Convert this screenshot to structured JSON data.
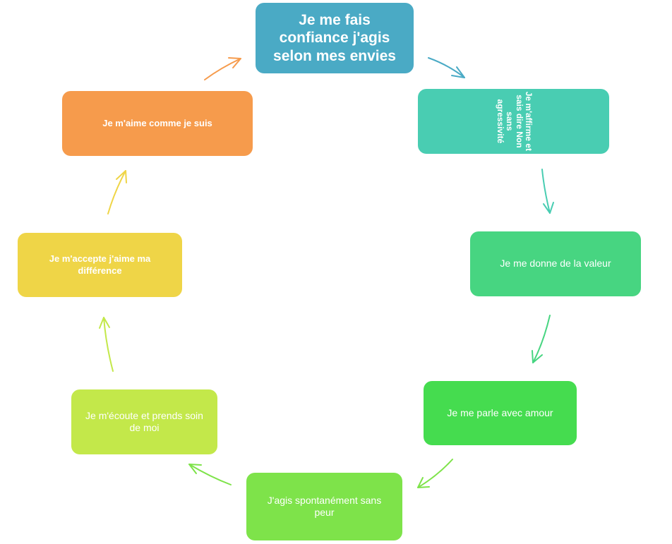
{
  "diagram": {
    "nodes": [
      {
        "id": "n1",
        "text": "Je me fais confiance j'agis selon mes envies",
        "color": "#4aaac5"
      },
      {
        "id": "n2",
        "text": "Je m'affirme et sais dire Non sans agressivité",
        "color": "#49cdb2"
      },
      {
        "id": "n3",
        "text": "Je me donne de la valeur",
        "color": "#47d581"
      },
      {
        "id": "n4",
        "text": "Je me parle avec amour",
        "color": "#45dc4f"
      },
      {
        "id": "n5",
        "text": "J'agis spontanément sans peur",
        "color": "#7ee34a"
      },
      {
        "id": "n6",
        "text": "Je m'écoute et prends soin de moi",
        "color": "#c3e84a"
      },
      {
        "id": "n7",
        "text": "Je m'accepte  j'aime ma différence",
        "color": "#efd547"
      },
      {
        "id": "n8",
        "text": "Je m'aime comme je suis",
        "color": "#f69b4c"
      }
    ],
    "arrows": [
      {
        "from": "n1",
        "to": "n2",
        "color": "#4aaac5"
      },
      {
        "from": "n2",
        "to": "n3",
        "color": "#49cdb2"
      },
      {
        "from": "n3",
        "to": "n4",
        "color": "#47d581"
      },
      {
        "from": "n4",
        "to": "n5",
        "color": "#7ee34a"
      },
      {
        "from": "n5",
        "to": "n6",
        "color": "#7ee34a"
      },
      {
        "from": "n6",
        "to": "n7",
        "color": "#c3e84a"
      },
      {
        "from": "n7",
        "to": "n8",
        "color": "#efd547"
      },
      {
        "from": "n8",
        "to": "n1",
        "color": "#f69b4c"
      }
    ]
  }
}
